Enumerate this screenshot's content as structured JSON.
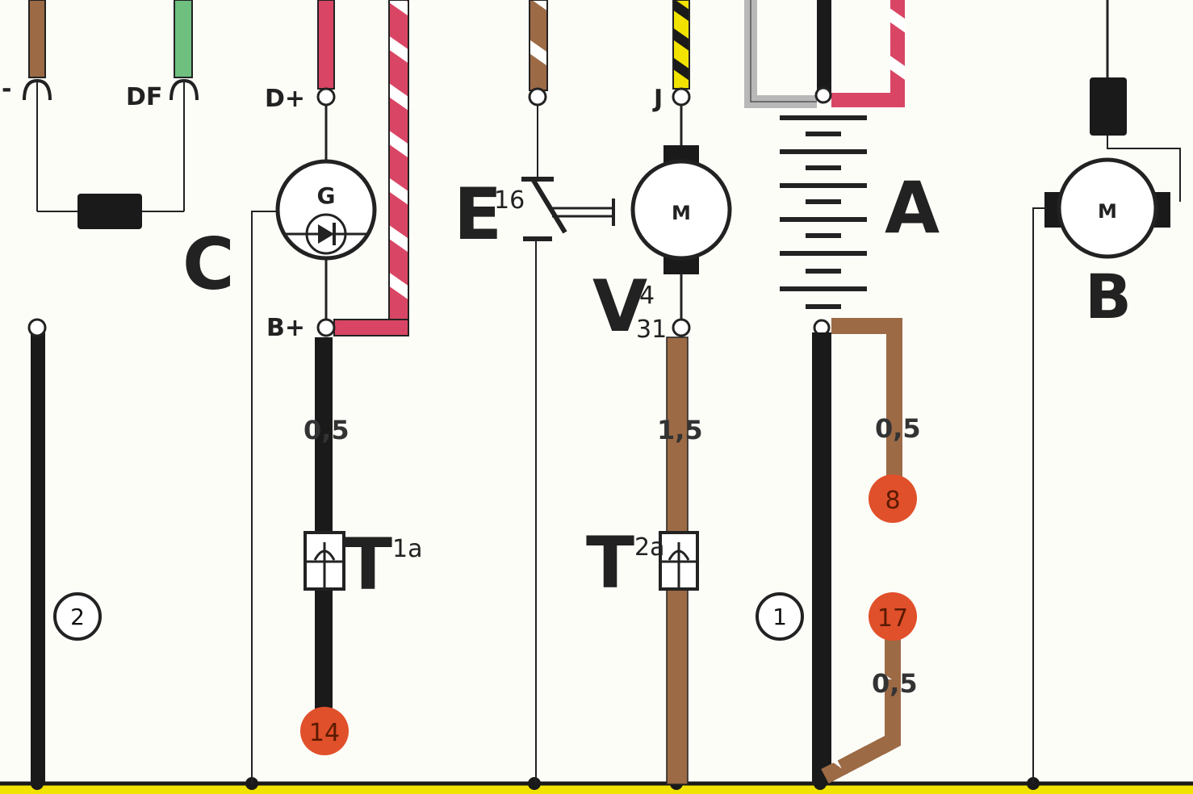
{
  "diagram": {
    "components": {
      "A": {
        "letter": "A"
      },
      "B": {
        "letter": "B",
        "symbol": "M"
      },
      "C": {
        "letter": "C",
        "symbol": "G"
      },
      "E": {
        "letter": "E",
        "sup": "16"
      },
      "V": {
        "letter": "V",
        "sup": "4",
        "sub": "31",
        "symbol": "M"
      },
      "T1": {
        "letter": "T",
        "sup": "1a"
      },
      "T2": {
        "letter": "T",
        "sup": "2a"
      }
    },
    "terminals": {
      "minus": "-",
      "df": "DF",
      "d_plus": "D+",
      "b_plus": "B+",
      "j": "J"
    },
    "wire_gauges": {
      "g1": "0,5",
      "g2": "1,5",
      "g3": "0,5",
      "g4": "0,5"
    },
    "fuse_markers": {
      "f14": "14",
      "f8": "8",
      "f17": "17"
    },
    "ground_markers": {
      "m2": "2",
      "m1": "1"
    },
    "colors": {
      "background": "#fdfdf8",
      "black_wire": "#1a1a1a",
      "brown_wire": "#9c6a45",
      "red_wire": "#d94665",
      "green_wire": "#6fbf7f",
      "grey_wire": "#b8b8b8",
      "yellow_bus": "#f2e200",
      "fuse_fill": "#e0502a"
    }
  }
}
